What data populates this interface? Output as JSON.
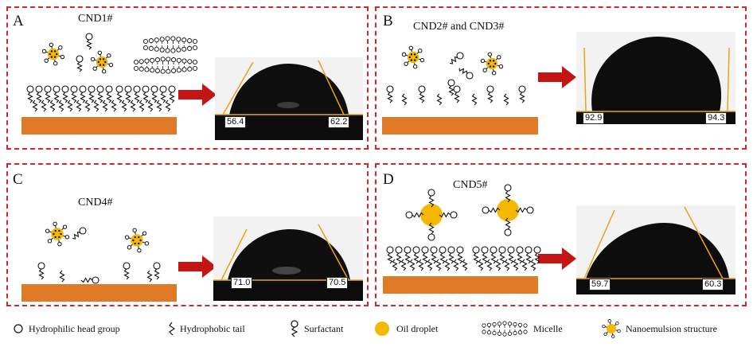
{
  "panels": [
    {
      "label": "A",
      "title": "CND1#",
      "angles": [
        "56.4",
        "62.2"
      ]
    },
    {
      "label": "B",
      "title": "CND2# and CND3#",
      "angles": [
        "92.9",
        "94.3"
      ]
    },
    {
      "label": "C",
      "title": "CND4#",
      "angles": [
        "71.0",
        "70.5"
      ]
    },
    {
      "label": "D",
      "title": "CND5#",
      "angles": [
        "59.7",
        "60.3"
      ]
    }
  ],
  "legend": [
    {
      "label": "Hydrophilic head group",
      "icon": "hydrophilic-head-icon"
    },
    {
      "label": "Hydrophobic tail",
      "icon": "hydrophobic-tail-icon"
    },
    {
      "label": "Surfactant",
      "icon": "surfactant-icon"
    },
    {
      "label": "Oil droplet",
      "icon": "oil-droplet-icon"
    },
    {
      "label": "Micelle",
      "icon": "micelle-icon"
    },
    {
      "label": "Nanoemulsion structure",
      "icon": "nanoemulsion-icon"
    }
  ],
  "colors": {
    "dashed_border": "#d1282b",
    "substrate": "#e07a26",
    "oil": "#f5b800",
    "arrow": "#c41414",
    "baseline": "#e8a317"
  }
}
